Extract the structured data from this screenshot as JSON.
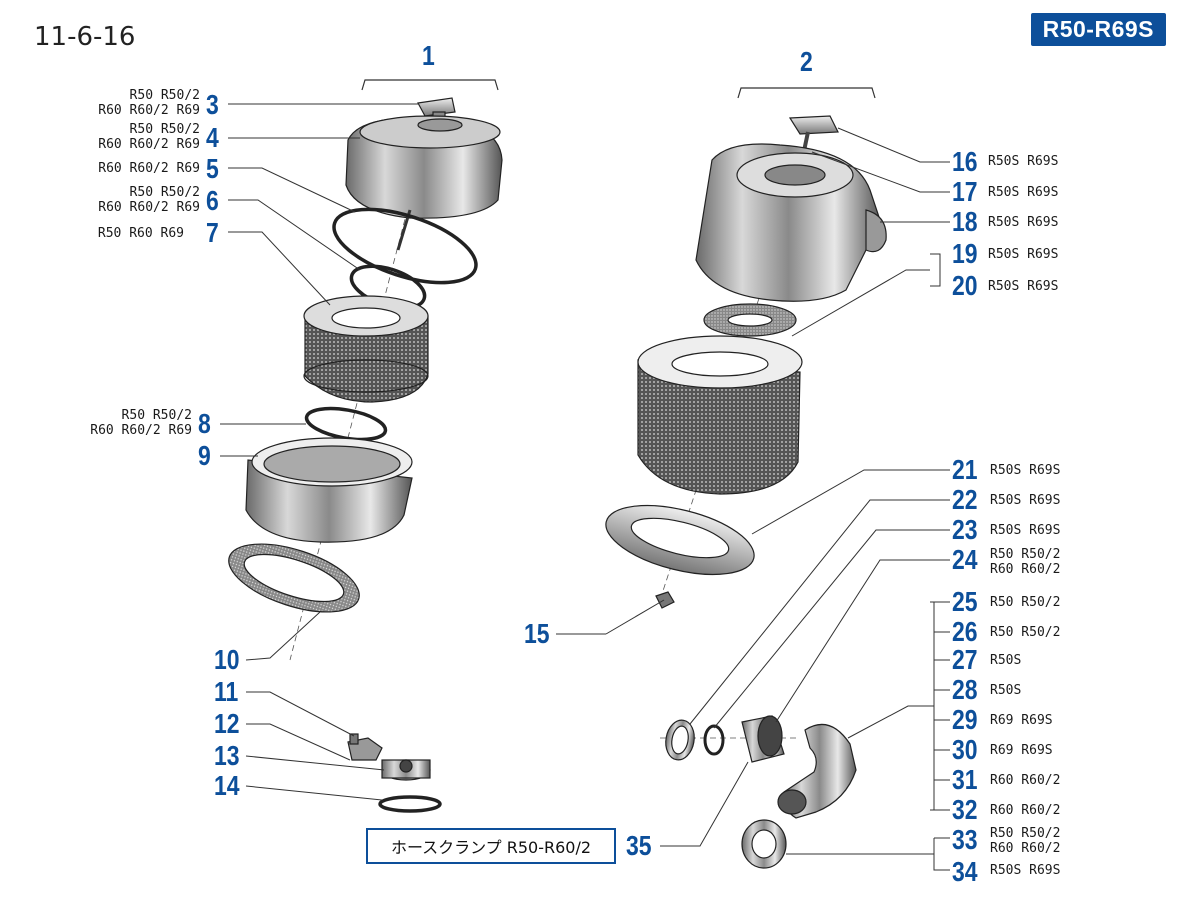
{
  "header": {
    "page_code": "11-6-16",
    "model_badge": "R50-R69S"
  },
  "colors": {
    "accent_blue": "#0d4f9a",
    "line": "#333333"
  },
  "parts": [
    {
      "no": "1",
      "models": []
    },
    {
      "no": "2",
      "models": []
    },
    {
      "no": "3",
      "models": [
        "R50 R50/2",
        "R60 R60/2 R69"
      ]
    },
    {
      "no": "4",
      "models": [
        "R50 R50/2",
        "R60 R60/2 R69"
      ]
    },
    {
      "no": "5",
      "models": [
        "R60 R60/2 R69"
      ]
    },
    {
      "no": "6",
      "models": [
        "R50 R50/2",
        "R60 R60/2 R69"
      ]
    },
    {
      "no": "7",
      "models": [
        "R50 R60 R69"
      ]
    },
    {
      "no": "8",
      "models": [
        "R50 R50/2",
        "R60 R60/2 R69"
      ]
    },
    {
      "no": "9",
      "models": []
    },
    {
      "no": "10",
      "models": []
    },
    {
      "no": "11",
      "models": []
    },
    {
      "no": "12",
      "models": []
    },
    {
      "no": "13",
      "models": []
    },
    {
      "no": "14",
      "models": []
    },
    {
      "no": "15",
      "models": []
    },
    {
      "no": "16",
      "models": [
        "R50S R69S"
      ]
    },
    {
      "no": "17",
      "models": [
        "R50S R69S"
      ]
    },
    {
      "no": "18",
      "models": [
        "R50S R69S"
      ]
    },
    {
      "no": "19",
      "models": [
        "R50S R69S"
      ]
    },
    {
      "no": "20",
      "models": [
        "R50S R69S"
      ]
    },
    {
      "no": "21",
      "models": [
        "R50S R69S"
      ]
    },
    {
      "no": "22",
      "models": [
        "R50S R69S"
      ]
    },
    {
      "no": "23",
      "models": [
        "R50S R69S"
      ]
    },
    {
      "no": "24",
      "models": [
        "R50 R50/2",
        "R60 R60/2"
      ]
    },
    {
      "no": "25",
      "models": [
        "R50 R50/2"
      ]
    },
    {
      "no": "26",
      "models": [
        "R50 R50/2"
      ]
    },
    {
      "no": "27",
      "models": [
        "R50S"
      ]
    },
    {
      "no": "28",
      "models": [
        "R50S"
      ]
    },
    {
      "no": "29",
      "models": [
        "R69 R69S"
      ]
    },
    {
      "no": "30",
      "models": [
        "R69 R69S"
      ]
    },
    {
      "no": "31",
      "models": [
        "R60 R60/2"
      ]
    },
    {
      "no": "32",
      "models": [
        "R60 R60/2"
      ]
    },
    {
      "no": "33",
      "models": [
        "R50 R50/2",
        "R60 R60/2"
      ]
    },
    {
      "no": "34",
      "models": [
        "R50S R69S"
      ]
    },
    {
      "no": "35",
      "models": []
    }
  ],
  "hose_clamp_label": "ホースクランプ R50-R60/2"
}
